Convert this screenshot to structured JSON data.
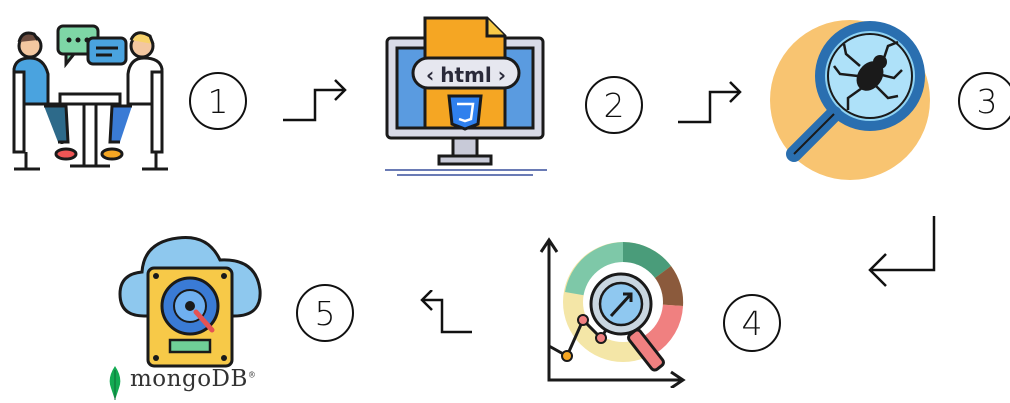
{
  "steps": [
    {
      "number": "1",
      "icon": "meeting-icon"
    },
    {
      "number": "2",
      "icon": "html-monitor-icon"
    },
    {
      "number": "3",
      "icon": "bug-search-icon"
    },
    {
      "number": "4",
      "icon": "data-analysis-icon"
    },
    {
      "number": "5",
      "icon": "cloud-storage-icon"
    }
  ],
  "html_badge": "html",
  "database_label": "mongoDB",
  "database_mark": "®",
  "colors": {
    "outline": "#1a1a1a",
    "green": "#6fcf97",
    "blue": "#2f80ed",
    "orange": "#f5a623",
    "yellow": "#f7c948",
    "peach": "#f8c471",
    "mongo_green": "#13aa52"
  }
}
